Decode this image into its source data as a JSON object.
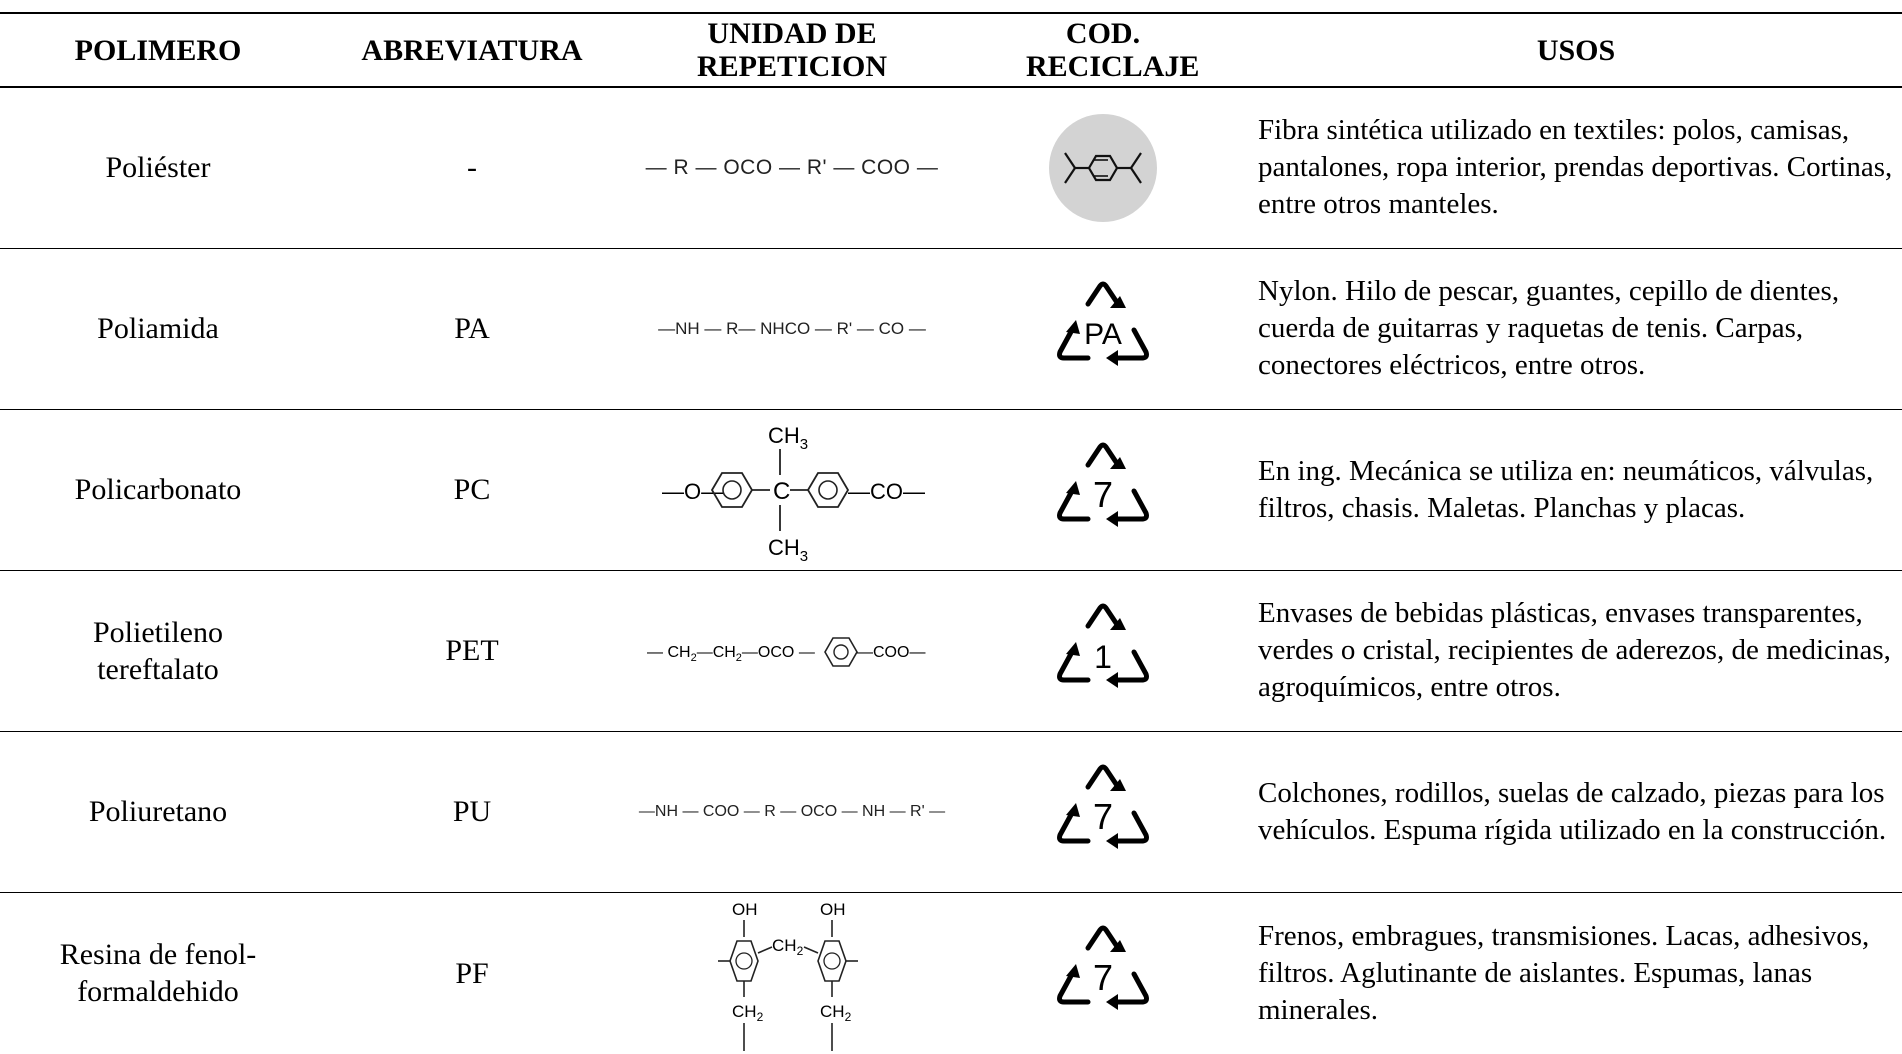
{
  "headers": {
    "polymer": "POLIMERO",
    "abbr": "ABREVIATURA",
    "repeat": "UNIDAD DE REPETICION",
    "recycle": "COD. RECICLAJE",
    "uses": "USOS"
  },
  "rows": [
    {
      "polymer": "Poliéster",
      "abbr": "-",
      "formula": "— R — OCO — R' — COO —",
      "recycle_icon": "hexagon-benzene-icon",
      "recycle_label": "",
      "uses": "Fibra sintética utilizado en textiles: polos, camisas, pantalones, ropa interior, prendas deportivas. Cortinas, entre otros manteles."
    },
    {
      "polymer": "Poliamida",
      "abbr": "PA",
      "formula": "—NH — R— NHCO — R' — CO —",
      "recycle_icon": "recycle-triangle-icon",
      "recycle_label": "PA",
      "uses": "Nylon. Hilo de pescar, guantes, cepillo de dientes, cuerda de guitarras y raquetas de tenis. Carpas, conectores eléctricos, entre otros."
    },
    {
      "polymer": "Policarbonato",
      "abbr": "PC",
      "formula": {
        "left": "—O—",
        "center": "C",
        "right": "—CO—",
        "top": "CH3",
        "bottom": "CH3"
      },
      "recycle_icon": "recycle-triangle-icon",
      "recycle_label": "7",
      "uses": "En ing. Mecánica se utiliza en: neumáticos, válvulas, filtros, chasis. Maletas. Planchas y placas."
    },
    {
      "polymer": "Polietileno tereftalato",
      "abbr": "PET",
      "formula": {
        "left": "— CH2—CH2—OCO —",
        "right": "—COO—"
      },
      "recycle_icon": "recycle-triangle-icon",
      "recycle_label": "1",
      "uses": "Envases de bebidas plásticas, envases transparentes, verdes o cristal, recipientes de aderezos, de medicinas, agroquímicos, entre otros."
    },
    {
      "polymer": "Poliuretano",
      "abbr": "PU",
      "formula": "—NH — COO — R — OCO — NH — R' —",
      "recycle_icon": "recycle-triangle-icon",
      "recycle_label": "7",
      "uses": "Colchones, rodillos, suelas de calzado, piezas para los vehículos. Espuma rígida utilizado en la construcción."
    },
    {
      "polymer": "Resina de fenol-formaldehido",
      "abbr": "PF",
      "formula": {
        "oh": "OH",
        "bridge": "CH2",
        "sub": "CH2"
      },
      "recycle_icon": "recycle-triangle-icon",
      "recycle_label": "7",
      "uses": "Frenos, embragues, transmisiones. Lacas, adhesivos, filtros. Aglutinante de aislantes. Espumas, lanas minerales."
    }
  ]
}
